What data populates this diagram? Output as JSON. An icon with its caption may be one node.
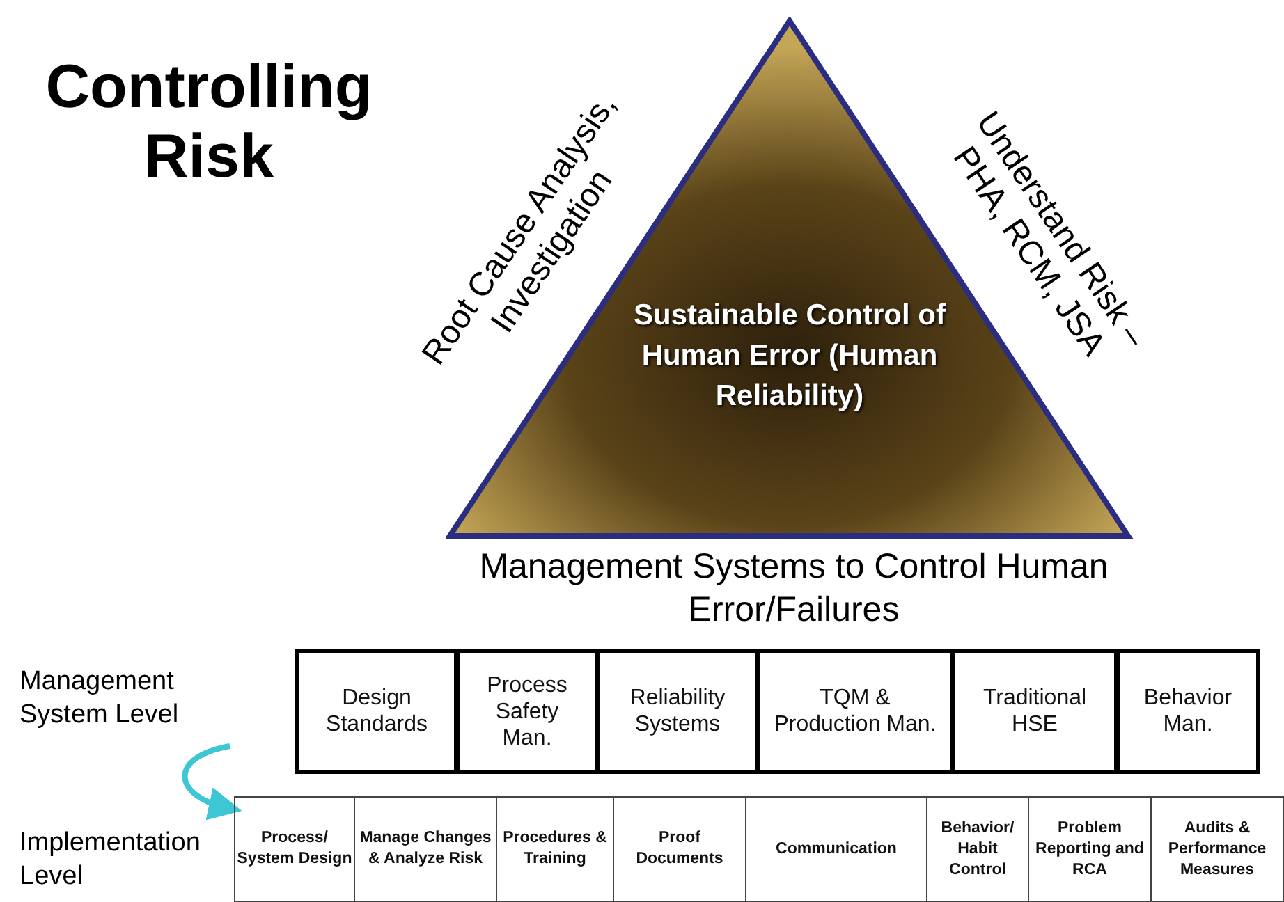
{
  "diagram": {
    "title": "Controlling Risk",
    "nodes": [
      {
        "text": [
          "Sustainable Control of Human Error (Human Reliability)"
        ]
      },
      {
        "text": [
          "Design Standards"
        ]
      },
      {
        "text": [
          "Process Safety Man."
        ]
      },
      {
        "text": [
          "Reliability Systems"
        ]
      },
      {
        "text": [
          "TQM & Production Man."
        ]
      },
      {
        "text": [
          "Traditional HSE"
        ]
      },
      {
        "text": [
          "Behavior Man."
        ]
      },
      {
        "text": [
          "Process/ System Design"
        ]
      },
      {
        "text": [
          "Manage Changes & Analyze Risk"
        ]
      },
      {
        "text": [
          "Procedures & Training"
        ]
      },
      {
        "text": [
          "Proof Documents"
        ]
      },
      {
        "text": [
          "Communication"
        ]
      },
      {
        "text": [
          "Behavior/ Habit Control"
        ]
      },
      {
        "text": [
          "Problem Reporting and RCA"
        ]
      },
      {
        "text": [
          "Audits & Performance Measures"
        ]
      }
    ],
    "edges": [
      {
        "from": null,
        "to": 7,
        "arrow": "to",
        "color": "#3fc6d4"
      }
    ],
    "labels": [
      "Root Cause Analysis, Investigation",
      "Understand Risk – PHA, RCM, JSA",
      "Management Systems to Control Human Error/Failures",
      "Management System Level",
      "Implementation Level"
    ]
  }
}
